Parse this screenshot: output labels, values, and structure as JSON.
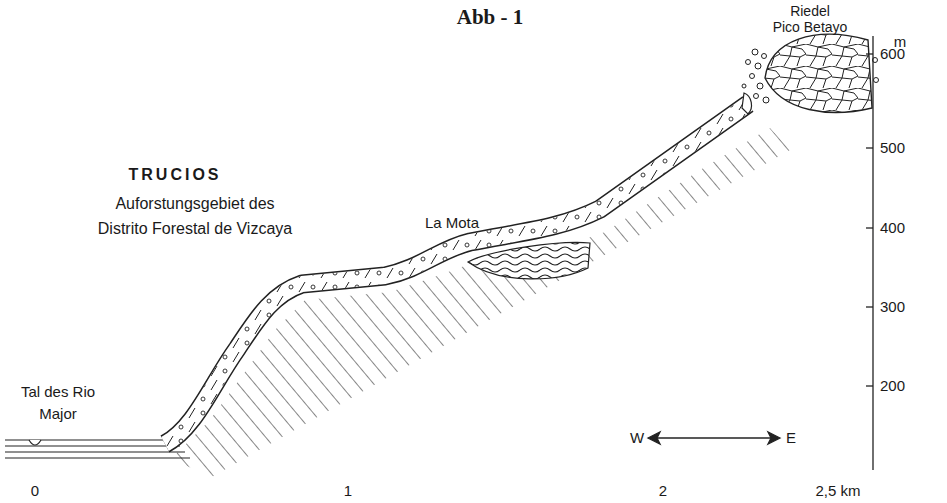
{
  "diagram": {
    "labels": [
      "Abb - 1",
      "Riedel",
      "Pico Betayo",
      "TRUCIOS",
      "Auforstungsgebiet des",
      "Distrito Forestal de Vizcaya",
      "La Mota",
      "Tal des Rio",
      "Major",
      "W",
      "E",
      "m",
      "600",
      "500",
      "400",
      "300",
      "200",
      "0",
      "1",
      "2",
      "2,5 km"
    ]
  }
}
